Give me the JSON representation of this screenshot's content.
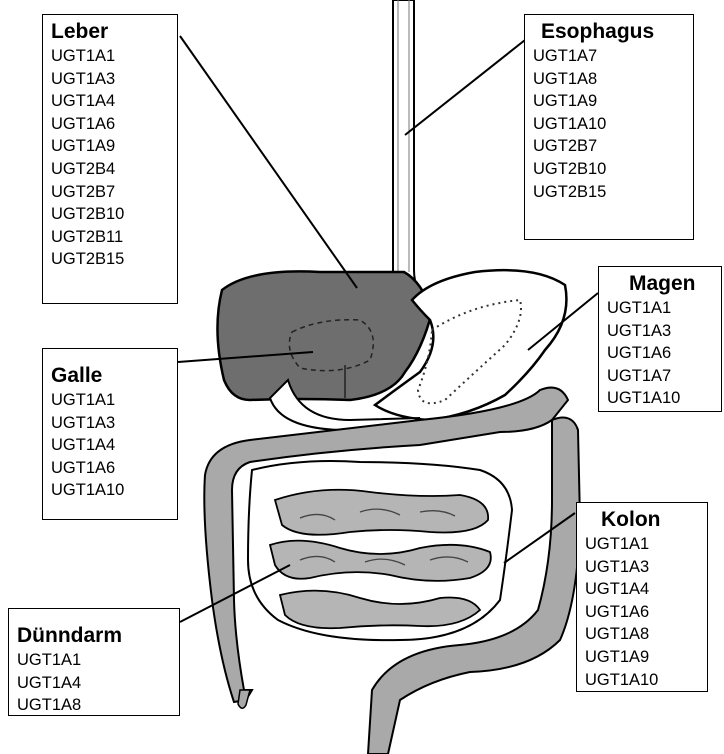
{
  "organs": {
    "leber": {
      "title": "Leber",
      "genes": [
        "UGT1A1",
        "UGT1A3",
        "UGT1A4",
        "UGT1A6",
        "UGT1A9",
        "UGT2B4",
        "UGT2B7",
        "UGT2B10",
        "UGT2B11",
        "UGT2B15"
      ]
    },
    "esophagus": {
      "title": "Esophagus",
      "genes": [
        "UGT1A7",
        "UGT1A8",
        "UGT1A9",
        "UGT1A10",
        "UGT2B7",
        "UGT2B10",
        "UGT2B15"
      ]
    },
    "magen": {
      "title": "Magen",
      "genes": [
        "UGT1A1",
        "UGT1A3",
        "UGT1A6",
        "UGT1A7",
        "UGT1A10"
      ]
    },
    "galle": {
      "title": "Galle",
      "genes": [
        "UGT1A1",
        "UGT1A3",
        "UGT1A4",
        "UGT1A6",
        "UGT1A10"
      ]
    },
    "kolon": {
      "title": "Kolon",
      "genes": [
        "UGT1A1",
        "UGT1A3",
        "UGT1A4",
        "UGT1A6",
        "UGT1A8",
        "UGT1A9",
        "UGT1A10"
      ]
    },
    "duenndarm": {
      "title": "Dünndarm",
      "genes": [
        "UGT1A1",
        "UGT1A4",
        "UGT1A8"
      ]
    }
  },
  "colors": {
    "liver": "#6e6e6e",
    "intestine": "#a9a9a9",
    "outline": "#000000",
    "background": "#ffffff"
  }
}
